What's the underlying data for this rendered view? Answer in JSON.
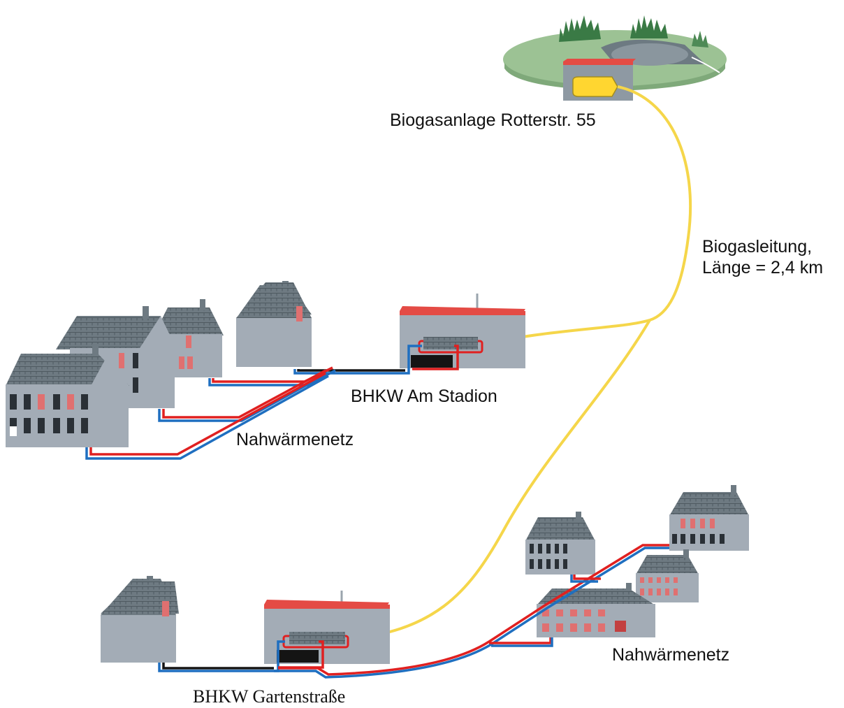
{
  "labels": {
    "biogas_plant": "Biogasanlage Rotterstr. 55",
    "pipeline_line1": "Biogasleitung,",
    "pipeline_line2": "Länge = 2,4 km",
    "chp_stadium": "BHKW Am Stadion",
    "heat_network_left": "Nahwärmenetz",
    "heat_network_right": "Nahwärmenetz",
    "chp_garden": "BHKW Gartenstraße"
  },
  "colors": {
    "biogas_line": "#f5d64a",
    "supply_pipe": "#e02020",
    "return_pipe": "#1f6fc0",
    "house_wall": "#a3acb6",
    "roof": "#6c7880",
    "chp_roof": "#e44b45",
    "meadow": "#9cc294",
    "gas_storage": "#ffd630"
  },
  "icons": [
    "biogas-plant-icon",
    "chp-plant-icon",
    "house-icon",
    "apartment-block-icon",
    "forest-icon"
  ]
}
